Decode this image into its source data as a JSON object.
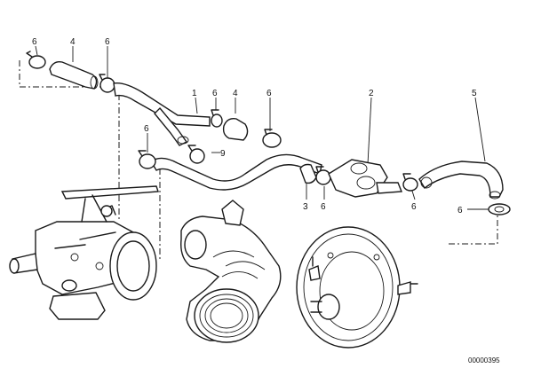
{
  "callouts": {
    "c1": "6",
    "c2": "4",
    "c3": "6",
    "c4": "1",
    "c5": "6",
    "c6": "4",
    "c7": "6",
    "c8": "2",
    "c9": "5",
    "c10": "6",
    "c11": "9",
    "c12": "3",
    "c13": "6",
    "c14": "6",
    "c15": "6"
  },
  "document_id": "00000395"
}
